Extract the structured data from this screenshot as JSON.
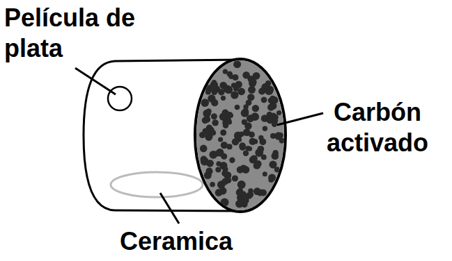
{
  "diagram": {
    "labels": [
      "Película de plata",
      "Carbón activado",
      "Ceramica"
    ]
  }
}
